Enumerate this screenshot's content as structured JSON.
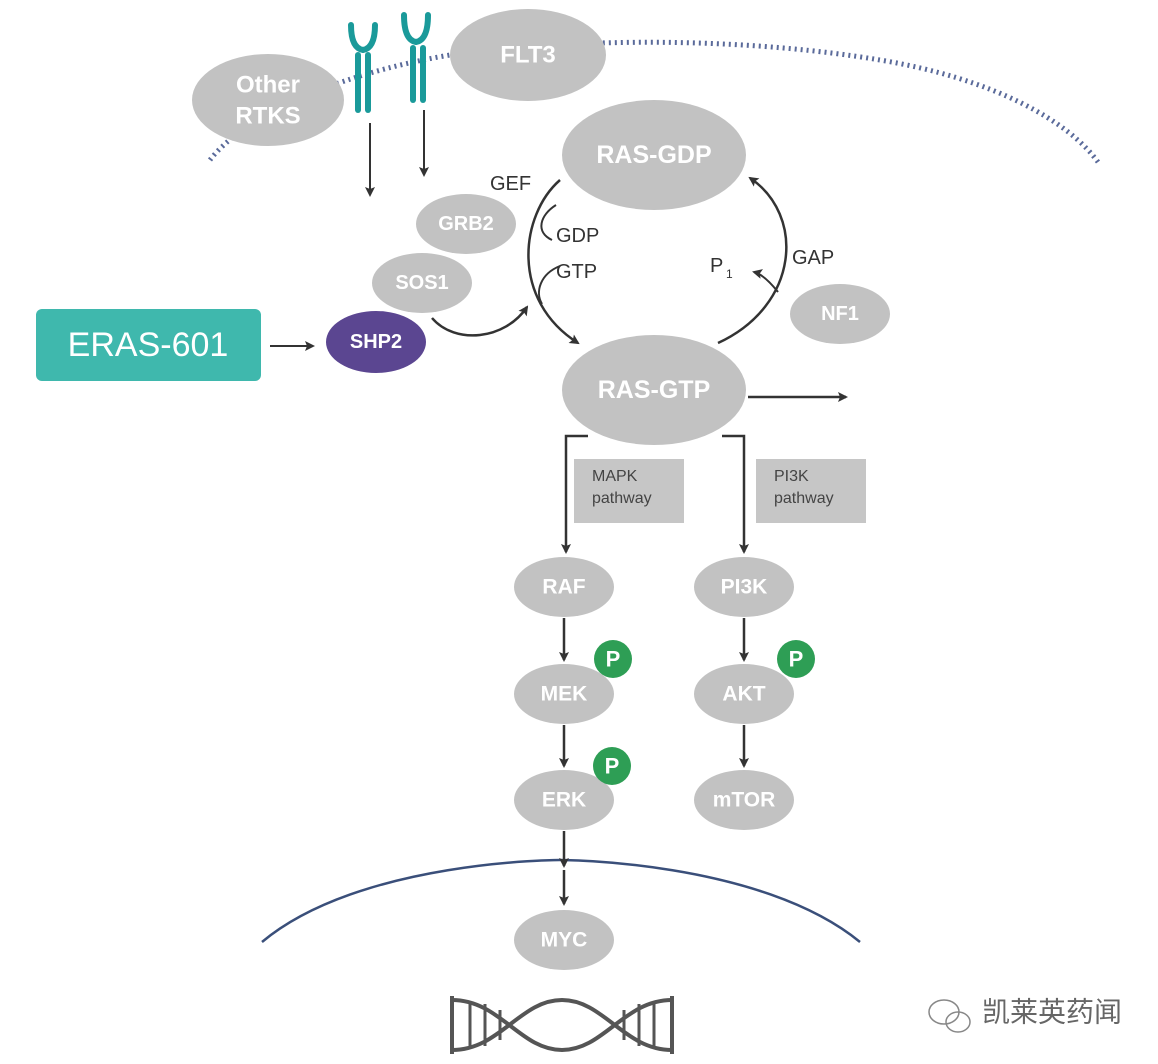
{
  "colors": {
    "node_gray": "#c2c2c2",
    "shp2_purple": "#5b4691",
    "eras_teal": "#3fb8ad",
    "receptor_teal": "#1a9a9a",
    "phospho_green": "#2e9e55",
    "pathway_box": "#c6c6c6",
    "arrow": "#333333",
    "membrane_dots": "#5a6a9a",
    "nucleus": "#3a4f7a",
    "dna": "#555555"
  },
  "membrane": {
    "label": ""
  },
  "nodes": {
    "other_rtks": [
      "Other",
      "RTKS"
    ],
    "flt3": "FLT3",
    "ras_gdp": "RAS-GDP",
    "ras_gtp": "RAS-GTP",
    "grb2": "GRB2",
    "sos1": "SOS1",
    "shp2": "SHP2",
    "nf1": "NF1",
    "raf": "RAF",
    "mek": "MEK",
    "erk": "ERK",
    "pi3k": "PI3K",
    "akt": "AKT",
    "mtor": "mTOR",
    "myc": "MYC"
  },
  "drug": {
    "label": "ERAS-601"
  },
  "labels": {
    "gef": "GEF",
    "gdp": "GDP",
    "gtp": "GTP",
    "gap": "GAP",
    "pi": "P",
    "pi_sub": "1"
  },
  "pathways": {
    "mapk": [
      "MAPK",
      "pathway"
    ],
    "pi3k": [
      "PI3K",
      "pathway"
    ]
  },
  "phospho": {
    "symbol": "P"
  },
  "watermark": {
    "text": "凯莱英药闻"
  }
}
